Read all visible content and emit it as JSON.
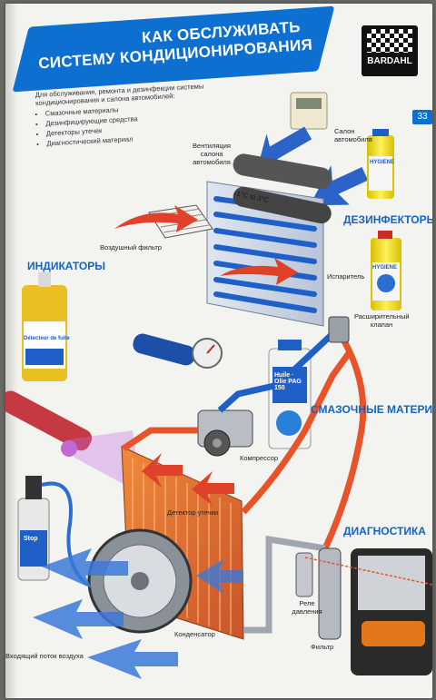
{
  "header": {
    "title_line1": "КАК ОБСЛУЖИВАТЬ",
    "title_line2": "СИСТЕМУ КОНДИЦИОНИРОВАНИЯ",
    "logo_text": "BARDAHL",
    "page_number": "33"
  },
  "intro": {
    "text": "Для обслуживания, ремонта и дезинфекции системы кондиционирования и салона автомобилей:",
    "items": [
      "Смазочные материалы",
      "Дезинфицирующие средства",
      "Детекторы утечек",
      "Диагностический материал"
    ]
  },
  "sections": {
    "indicators": "ИНДИКАТОРЫ",
    "disinfectors": "ДЕЗИНФЕКТОРЫ",
    "lubricants": "СМАЗОЧНЫЕ МАТЕРИАЛЫ",
    "diagnostics": "ДИАГНОСТИКА"
  },
  "labels": {
    "cabin_vent": "Вентиляция салона автомобиля",
    "cabin": "Салон автомобиля",
    "temp_range": "-1°C to 3°C",
    "air_filter": "Воздушный фильтр",
    "evaporator": "Испаритель",
    "expansion_valve": "Расширительный клапан",
    "compressor": "Компрессор",
    "leak_detector": "Детектор утечки",
    "pressure_relay": "Реле давления",
    "condenser": "Конденсатор",
    "filter": "Фильтр",
    "incoming_air": "Входящий поток воздуха"
  },
  "products": {
    "indicator_bottle": "Détecteur de fuite",
    "hygiene_can": "HYGIENE",
    "oil_can": "Huile · Olie PAG 150",
    "stop_can": "Stop"
  },
  "colors": {
    "brand_blue": "#0d6fd0",
    "pipe_red": "#e8532a",
    "pipe_blue": "#1f5fc8",
    "section_blue": "#1264c4"
  }
}
